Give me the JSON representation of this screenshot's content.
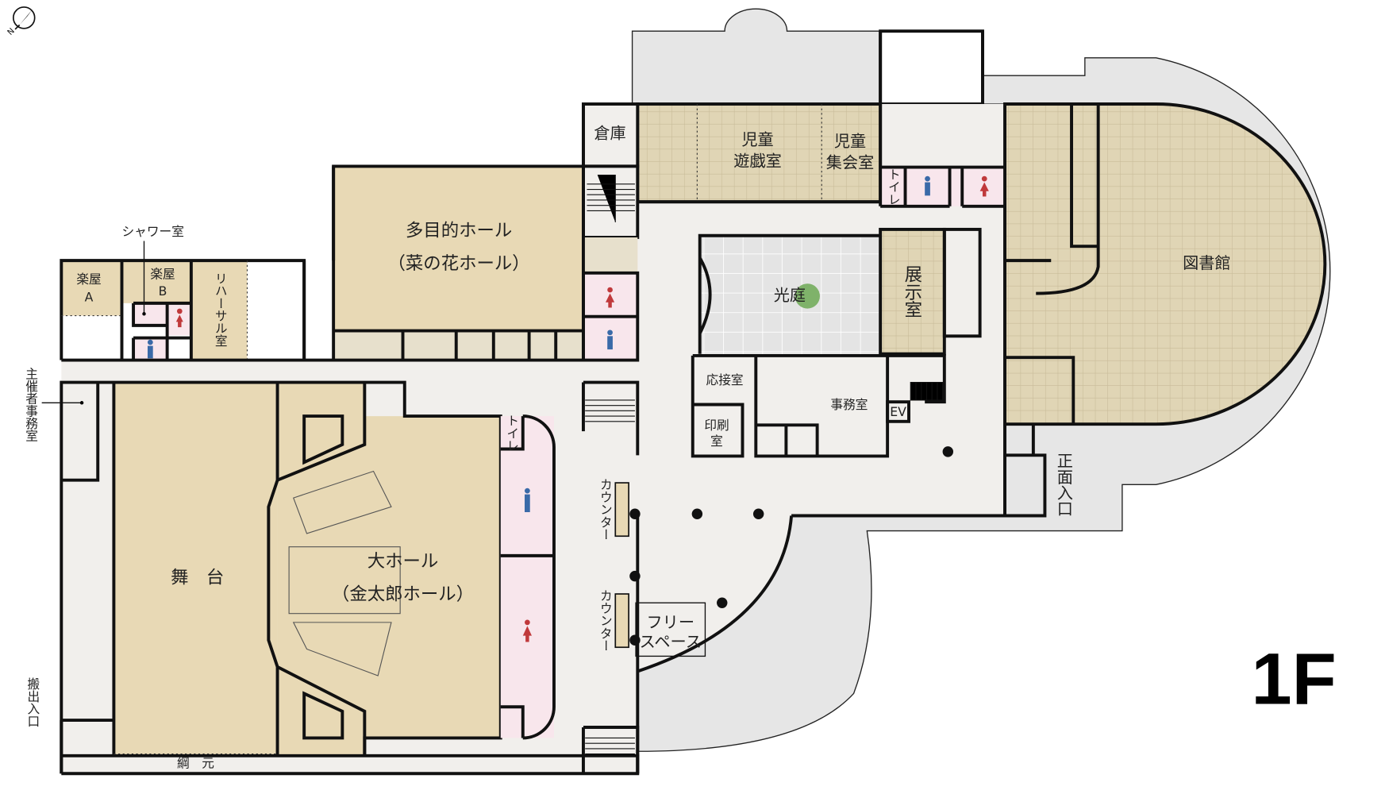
{
  "floor_label": "1F",
  "compass": {
    "icon": "north-arrow-icon",
    "letter": "N"
  },
  "colors": {
    "wood": "#e8d9b5",
    "tile": "#e0d5b5",
    "floor": "#f1efec",
    "toilet": "#f8e6ec",
    "plaza": "#e6e6e6",
    "male": "#3a6aa8",
    "female": "#c0393b",
    "tree": "#7fb26a"
  },
  "rooms": {
    "shower": "シャワー室",
    "gakuya_a": [
      "楽屋",
      "A"
    ],
    "gakuya_b": [
      "楽屋",
      "B"
    ],
    "rehearsal": "リハーサル室",
    "organizer_office": "主催者事務室",
    "loading_entrance": "搬出入口",
    "stage": "舞　台",
    "tsunamoto": "綱　元",
    "big_hall": [
      "大ホール",
      "（金太郎ホール）"
    ],
    "multi_hall": [
      "多目的ホール",
      "（菜の花ホール）"
    ],
    "storage": "倉庫",
    "kids_play": [
      "児童",
      "遊戯室"
    ],
    "kids_meeting": [
      "児童",
      "集会室"
    ],
    "toilet": "トイレ",
    "courtyard": "光庭",
    "exhibition": "展示室",
    "reception": "応接室",
    "printing": [
      "印刷",
      "室"
    ],
    "office": "事務室",
    "elevator": "EV",
    "library": "図書館",
    "main_entrance": "正面入口",
    "counter": "カウンター",
    "free_space": [
      "フリー",
      "スペース"
    ]
  }
}
